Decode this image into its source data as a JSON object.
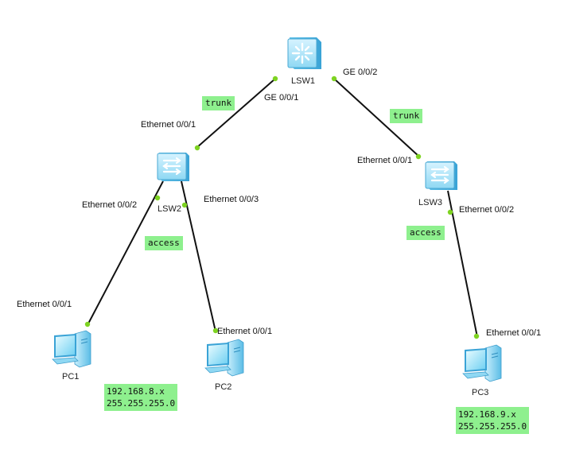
{
  "devices": {
    "lsw1": {
      "name": "LSW1"
    },
    "lsw2": {
      "name": "LSW2"
    },
    "lsw3": {
      "name": "LSW3"
    },
    "pc1": {
      "name": "PC1"
    },
    "pc2": {
      "name": "PC2"
    },
    "pc3": {
      "name": "PC3"
    }
  },
  "ports": {
    "lsw1_g001": "GE 0/0/1",
    "lsw1_g002": "GE 0/0/2",
    "lsw2_e001": "Ethernet 0/0/1",
    "lsw2_e002": "Ethernet 0/0/2",
    "lsw2_e003": "Ethernet 0/0/3",
    "lsw3_e001": "Ethernet 0/0/1",
    "lsw3_e002": "Ethernet 0/0/2",
    "pc1_e001": "Ethernet 0/0/1",
    "pc2_e001": "Ethernet 0/0/1",
    "pc3_e001": "Ethernet 0/0/1"
  },
  "link_tags": {
    "trunk_left": "trunk",
    "trunk_right": "trunk",
    "access_left": "access",
    "access_right": "access"
  },
  "ip_notes": {
    "left": {
      "ip": "192.168.8.x",
      "mask": "255.255.255.0"
    },
    "right": {
      "ip": "192.168.9.x",
      "mask": "255.255.255.0"
    }
  },
  "colors": {
    "link": "#111111",
    "port_dot": "#7ed321",
    "tag_bg": "#8ef08e",
    "switch_body": "#7fd3f0"
  }
}
